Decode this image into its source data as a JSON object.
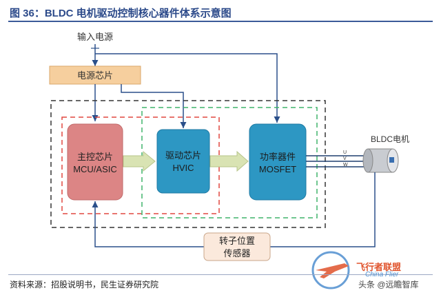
{
  "header": {
    "title": "图 36：BLDC 电机驱动控制核心器件体系示意图"
  },
  "nodes": {
    "input_power": "输入电源",
    "power_chip": "电源芯片",
    "mcu_line1": "主控芯片",
    "mcu_line2": "MCU/ASIC",
    "driver_line1": "驱动芯片",
    "driver_line2": "HVIC",
    "power_dev_line1": "功率器件",
    "power_dev_line2": "MOSFET",
    "motor": "BLDC电机",
    "sensor_line1": "转子位置",
    "sensor_line2": "传感器",
    "phase_u": "U",
    "phase_v": "V",
    "phase_w": "W"
  },
  "colors": {
    "mcu": "#dc8585",
    "chip": "#2d97c3",
    "power_chip": "#f6cf9e",
    "sensor": "#fbe9dc",
    "red_dash": "#e0463f",
    "green_dash": "#3eb36a",
    "black_dash": "#333333",
    "arrow_fill": "#d9e3b3"
  },
  "footer": {
    "source": "资料来源：招股说明书，民生证券研究院"
  },
  "watermark": {
    "line1": "飞行者联盟",
    "line2": "China Flier",
    "line3": "头条 @远瞻智库"
  }
}
